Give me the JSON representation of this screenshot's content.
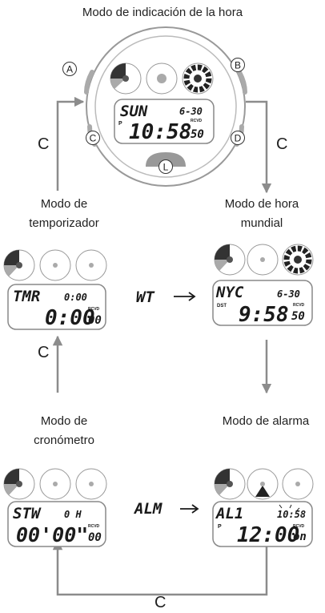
{
  "titles": {
    "main": "Modo de indicación de la hora",
    "timer_l1": "Modo de",
    "timer_l2": "temporizador",
    "world_l1": "Modo de hora",
    "world_l2": "mundial",
    "stopwatch_l1": "Modo de",
    "stopwatch_l2": "cronómetro",
    "alarm": "Modo de alarma"
  },
  "button_labels": {
    "a": "A",
    "b": "B",
    "c": "C",
    "d": "D",
    "l": "L"
  },
  "arrow_label": "C",
  "callouts": {
    "world": "WT",
    "alarm": "ALM"
  },
  "sub_label_rcvd": "RCVD",
  "sub_label_dst": "DST",
  "sub_label_p": "P",
  "displays": {
    "timekeeping": {
      "top": "SUN",
      "date": "6-30",
      "time": "10:58",
      "sec": "50"
    },
    "timer": {
      "top": "TMR",
      "top_right": "0:00",
      "time": "0:00",
      "sec": "00"
    },
    "world": {
      "top": "NYC",
      "date": "6-30",
      "time": "9:58",
      "sec": "50"
    },
    "stopwatch": {
      "top": "STW",
      "top_right": "0 H",
      "time": "00'00\"",
      "sec": "00"
    },
    "alarm": {
      "top": "AL1",
      "top_right": "10:58",
      "time": "12:00",
      "sec": "on"
    }
  },
  "colors": {
    "line": "#888888",
    "arrow": "#8c8c8c",
    "lcd_text": "#1a1a1a"
  }
}
